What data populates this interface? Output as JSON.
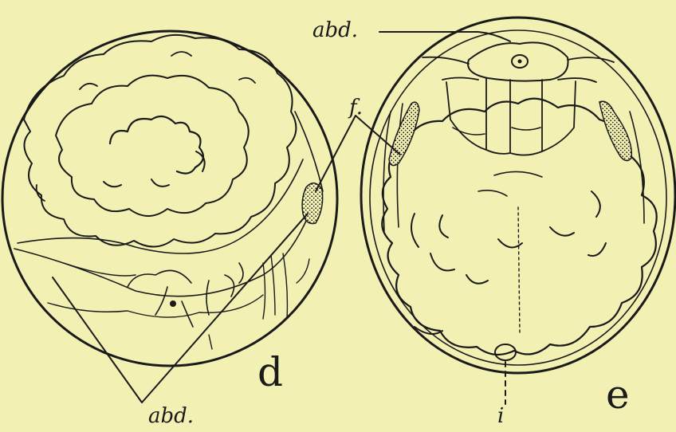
{
  "labels": {
    "abd_top": "abd.",
    "abd_bottom": "abd.",
    "f": "f.",
    "d": "d",
    "e": "e",
    "i": "i"
  },
  "colors": {
    "background": "#f2f0b2",
    "ink": "#1a1a1a"
  }
}
